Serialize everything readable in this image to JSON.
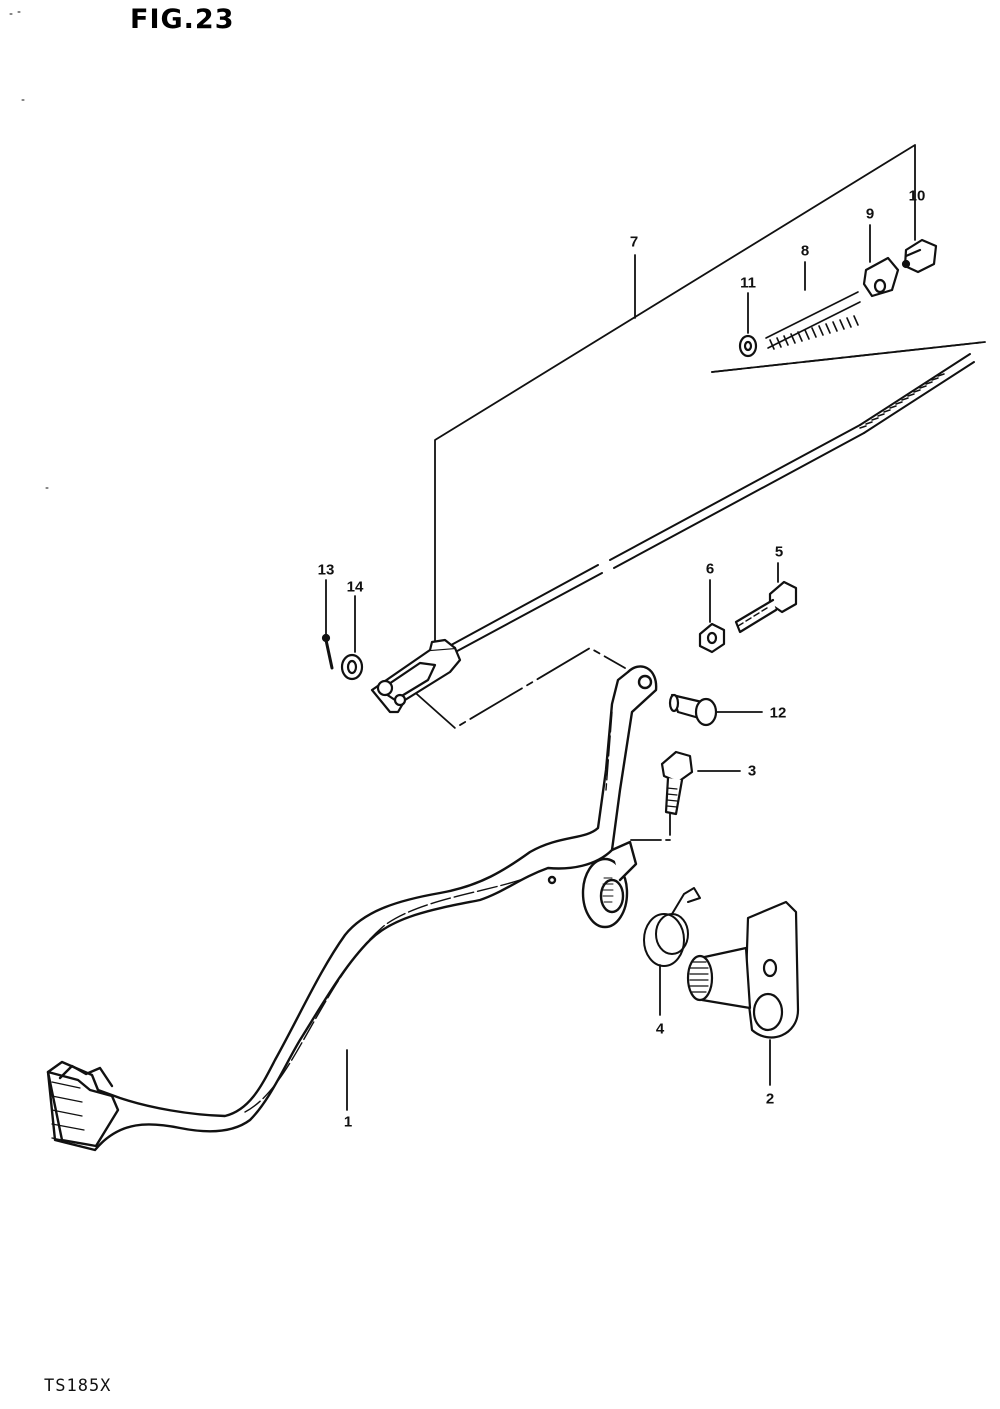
{
  "figure": {
    "title": "FIG.23"
  },
  "footer": {
    "model": "TS185X"
  },
  "parts": [
    {
      "id": "part-1",
      "number": "1"
    },
    {
      "id": "part-2",
      "number": "2"
    },
    {
      "id": "part-3",
      "number": "3"
    },
    {
      "id": "part-4",
      "number": "4"
    },
    {
      "id": "part-5",
      "number": "5"
    },
    {
      "id": "part-6",
      "number": "6"
    },
    {
      "id": "part-7",
      "number": "7"
    },
    {
      "id": "part-8",
      "number": "8"
    },
    {
      "id": "part-9",
      "number": "9"
    },
    {
      "id": "part-10",
      "number": "10"
    },
    {
      "id": "part-11",
      "number": "11"
    },
    {
      "id": "part-12",
      "number": "12"
    },
    {
      "id": "part-13",
      "number": "13"
    },
    {
      "id": "part-14",
      "number": "14"
    }
  ]
}
